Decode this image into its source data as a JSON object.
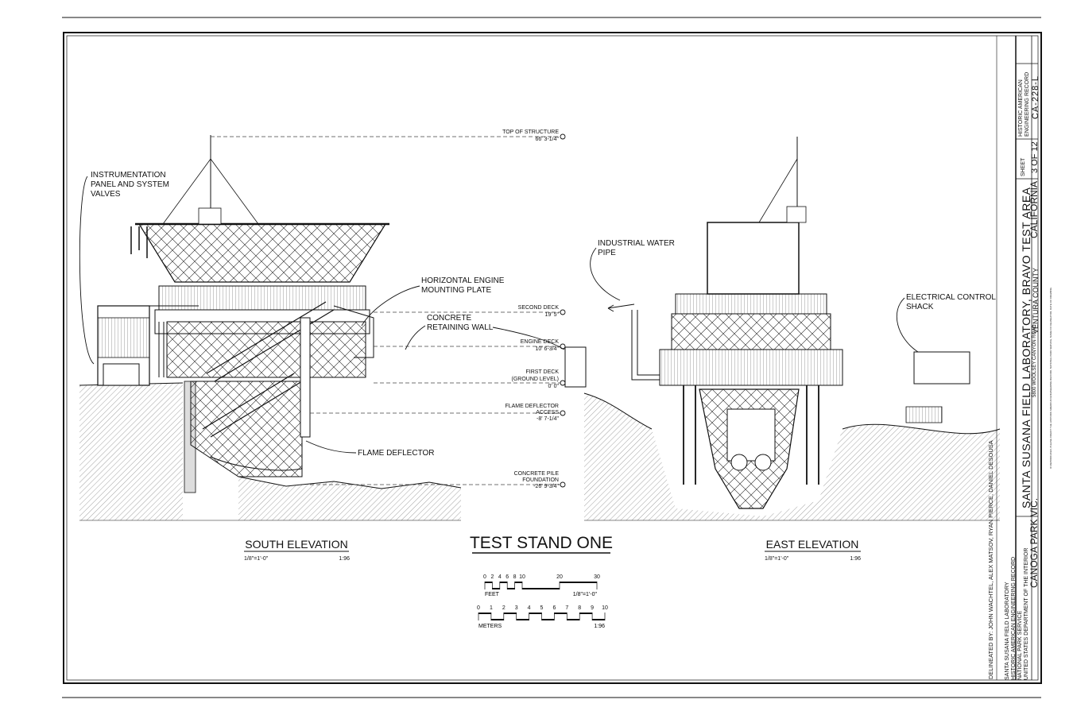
{
  "title": "TEST STAND ONE",
  "views": {
    "south": {
      "title": "SOUTH ELEVATION",
      "scale_imperial": "1/8\"=1'-0\"",
      "scale_ratio": "1:96"
    },
    "east": {
      "title": "EAST ELEVATION",
      "scale_imperial": "1/8\"=1'-0\"",
      "scale_ratio": "1:96"
    }
  },
  "callouts": {
    "instrumentation": [
      "INSTRUMENTATION",
      "PANEL AND SYSTEM",
      "VALVES"
    ],
    "horizontal_engine": [
      "HORIZONTAL ENGINE",
      "MOUNTING PLATE"
    ],
    "retaining_wall": [
      "CONCRETE",
      "RETAINING WALL"
    ],
    "flame_deflector": "FLAME DEFLECTOR",
    "water_pipe": [
      "INDUSTRIAL WATER",
      "PIPE"
    ],
    "control_shack": [
      "ELECTRICAL CONTROL",
      "SHACK"
    ]
  },
  "levels": [
    {
      "name": "TOP OF STRUCTURE",
      "elev": "66' 3-1/4\""
    },
    {
      "name": "SECOND DECK",
      "elev": "19' 5\""
    },
    {
      "name": "ENGINE DECK",
      "elev": "10' 6-3/4\""
    },
    {
      "name": "FIRST DECK",
      "name2": "(GROUND LEVEL)",
      "elev": "0' 0\""
    },
    {
      "name": "FLAME DEFLECTOR",
      "name2": "ACCESS",
      "elev": "-8' 7-1/4\""
    },
    {
      "name": "CONCRETE PILE",
      "name2": "FOUNDATION",
      "elev": "-26' 9-3/4\""
    }
  ],
  "scale_bars": {
    "feet": {
      "ticks": [
        "0",
        "2",
        "4",
        "6",
        "8",
        "10",
        "20",
        "30"
      ],
      "unit": "FEET",
      "ratio": "1/8\"=1'-0\""
    },
    "meters": {
      "ticks": [
        "0",
        "1",
        "2",
        "3",
        "4",
        "5",
        "6",
        "7",
        "8",
        "9",
        "10"
      ],
      "unit": "METERS",
      "ratio": "1:96"
    }
  },
  "title_block": {
    "delineated": "DELINEATED BY:  JOHN WACHTEL, ALEX MATSOV, RYAN PIERCE, DANIEL DESOUSA",
    "agency": [
      "SANTA SUSANA FIELD LABORATORY",
      "HISTORIC AMERICAN ENGINEERING RECORD",
      "NATIONAL PARK SERVICE",
      "UNITED STATES DEPARTMENT OF THE INTERIOR"
    ],
    "project": "SANTA SUSANA FIELD LABORATORY, BRAVO TEST AREA",
    "address": "5800 WOOLSEY CANYON ROAD",
    "county": "VENTURA COUNTY",
    "locality": "CANOGA PARK VIC.",
    "state": "CALIFORNIA",
    "sheet_label": "SHEET",
    "sheet_number": "3 OF 12",
    "haer_label": [
      "HISTORIC AMERICAN",
      "ENGINEERING RECORD"
    ],
    "haer_number": "CA-228-L",
    "reproduction_note": "IF REPRODUCED, PLEASE CREDIT THE HISTORIC AMERICAN ENGINEERING RECORD, NATIONAL PARK SERVICE, NAME OF DELINEATOR, DATE OF DRAWING"
  },
  "colors": {
    "ink": "#111111",
    "paper": "#ffffff",
    "hatch": "#8a8a8a"
  }
}
